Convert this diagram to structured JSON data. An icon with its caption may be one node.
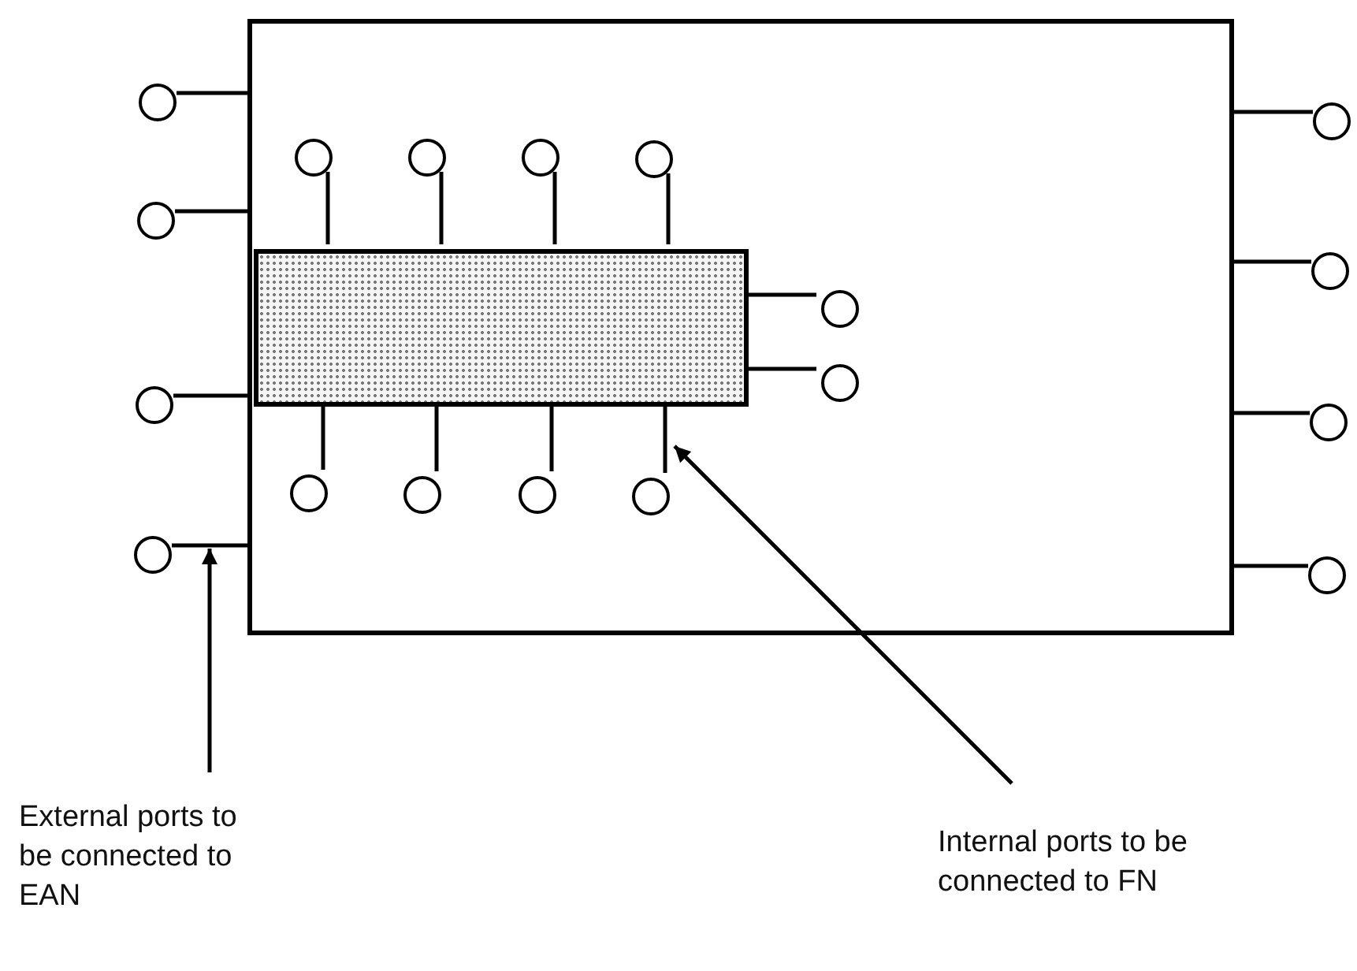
{
  "diagram": {
    "nodes": [
      {
        "text": [],
        "shape": "box"
      },
      {
        "text": [],
        "shape": "box",
        "in": 0
      },
      {
        "text": [],
        "shape": "circle"
      },
      {
        "text": [],
        "shape": "circle"
      },
      {
        "text": [],
        "shape": "circle"
      },
      {
        "text": [],
        "shape": "circle"
      },
      {
        "text": [],
        "shape": "circle",
        "in": 0
      },
      {
        "text": [],
        "shape": "circle",
        "in": 0
      },
      {
        "text": [],
        "shape": "circle",
        "in": 0
      },
      {
        "text": [],
        "shape": "circle",
        "in": 0
      },
      {
        "text": [],
        "shape": "circle",
        "in": 0
      },
      {
        "text": [],
        "shape": "circle",
        "in": 0
      },
      {
        "text": [],
        "shape": "circle",
        "in": 0
      },
      {
        "text": [],
        "shape": "circle",
        "in": 0
      },
      {
        "text": [],
        "shape": "circle",
        "in": 0
      },
      {
        "text": [],
        "shape": "circle",
        "in": 0
      },
      {
        "text": [],
        "shape": "circle"
      },
      {
        "text": [],
        "shape": "circle"
      },
      {
        "text": [],
        "shape": "circle"
      },
      {
        "text": [],
        "shape": "circle"
      },
      {
        "text": [
          "External ports to be connected to EAN"
        ]
      },
      {
        "text": [
          "Internal ports to be connected to FN"
        ]
      }
    ],
    "edges": [
      {
        "from": 2,
        "to": 0,
        "arrow": "none"
      },
      {
        "from": 3,
        "to": 0,
        "arrow": "none"
      },
      {
        "from": 4,
        "to": 0,
        "arrow": "none"
      },
      {
        "from": 5,
        "to": 0,
        "arrow": "none"
      },
      {
        "from": 6,
        "to": 1,
        "arrow": "none"
      },
      {
        "from": 7,
        "to": 1,
        "arrow": "none"
      },
      {
        "from": 8,
        "to": 1,
        "arrow": "none"
      },
      {
        "from": 9,
        "to": 1,
        "arrow": "none"
      },
      {
        "from": 10,
        "to": 1,
        "arrow": "none"
      },
      {
        "from": 11,
        "to": 1,
        "arrow": "none"
      },
      {
        "from": 12,
        "to": 1,
        "arrow": "none"
      },
      {
        "from": 13,
        "to": 1,
        "arrow": "none"
      },
      {
        "from": 14,
        "to": 1,
        "arrow": "none"
      },
      {
        "from": 15,
        "to": 1,
        "arrow": "none"
      },
      {
        "from": 16,
        "to": 0,
        "arrow": "none"
      },
      {
        "from": 17,
        "to": 0,
        "arrow": "none"
      },
      {
        "from": 18,
        "to": 0,
        "arrow": "none"
      },
      {
        "from": 19,
        "to": 0,
        "arrow": "none"
      },
      {
        "from": 20,
        "to": 5,
        "arrow": "to"
      },
      {
        "from": 21,
        "to": 15,
        "arrow": "to"
      }
    ]
  }
}
